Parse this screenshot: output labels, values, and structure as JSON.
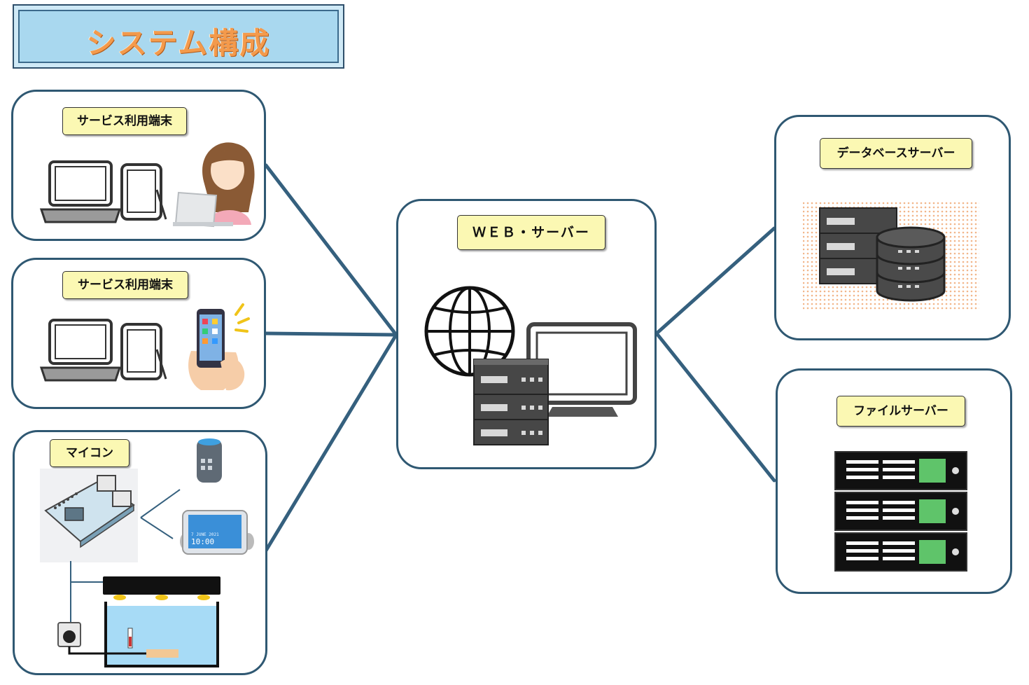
{
  "title": "システム構成",
  "nodes": {
    "terminal_1": {
      "label": "サービス利用端末"
    },
    "terminal_2": {
      "label": "サービス利用端末"
    },
    "microcontroller": {
      "label": "マイコン",
      "display_text": "10:00",
      "display_date": "7 JUNE 2021"
    },
    "web_server": {
      "label": "ＷＥＢ・サーバー"
    },
    "database_server": {
      "label": "データベースサーバー"
    },
    "file_server": {
      "label": "ファイルサーバー"
    }
  },
  "colors": {
    "connector": "#35607e",
    "panel_border": "#2f5872",
    "label_fill": "#fbf8b3",
    "title_fill": "#a9d8ef",
    "title_text": "#f39a4c",
    "server_accent": "#5fc46a"
  },
  "icons": [
    "laptop-icon",
    "tablet-icon",
    "woman-at-laptop-icon",
    "smartphone-in-hand-icon",
    "microcontroller-board-icon",
    "smart-speaker-icon",
    "smart-display-icon",
    "aquarium-icon",
    "globe-icon",
    "server-rack-icon",
    "monitor-icon",
    "database-icon"
  ]
}
